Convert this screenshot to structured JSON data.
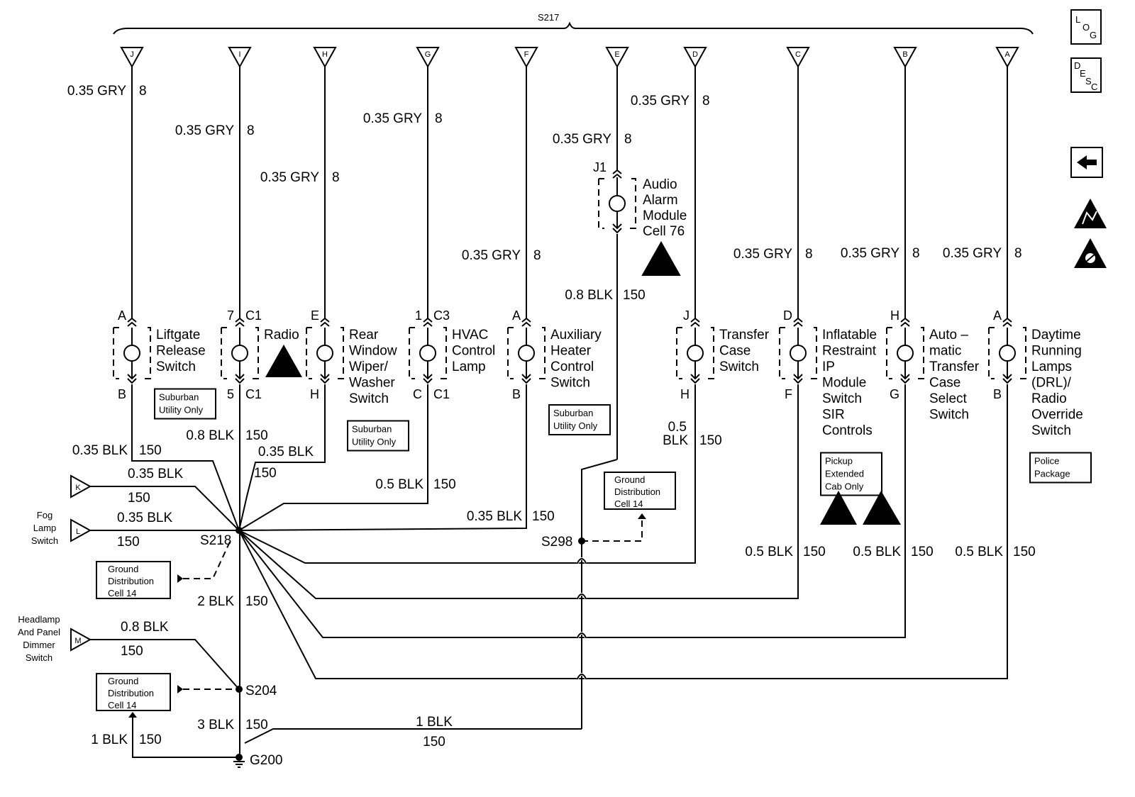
{
  "splice_top": "S217",
  "top_connectors": [
    {
      "letter": "J",
      "wire": "0.35 GRY",
      "circuit": "8"
    },
    {
      "letter": "I",
      "wire": "0.35 GRY",
      "circuit": "8"
    },
    {
      "letter": "H",
      "wire": "0.35 GRY",
      "circuit": "8"
    },
    {
      "letter": "G",
      "wire": "0.35 GRY",
      "circuit": "8"
    },
    {
      "letter": "F",
      "wire": "0.35 GRY",
      "circuit": "8"
    },
    {
      "letter": "E",
      "wire": "0.35 GRY",
      "circuit": "8"
    },
    {
      "letter": "D",
      "wire": "0.35 GRY",
      "circuit": "8"
    },
    {
      "letter": "C",
      "wire": "0.35 GRY",
      "circuit": "8"
    },
    {
      "letter": "B",
      "wire": "0.35 GRY",
      "circuit": "8"
    },
    {
      "letter": "A",
      "wire": "0.35 GRY",
      "circuit": "8"
    }
  ],
  "components": [
    {
      "name_lines": [
        "Liftgate",
        "Release",
        "Switch"
      ],
      "pin_top": "A",
      "pin_bottom": "B",
      "note_lines": [
        "Suburban",
        "Utility Only"
      ],
      "esd": false,
      "gnd_wire": "0.35 BLK",
      "gnd_circuit": "150"
    },
    {
      "name_lines": [
        "Radio"
      ],
      "pin_top": "7",
      "conn_top": "C1",
      "pin_bottom": "5",
      "conn_bottom": "C1",
      "esd": true,
      "gnd_wire": "0.8 BLK",
      "gnd_circuit": "150"
    },
    {
      "name_lines": [
        "Rear",
        "Window",
        "Wiper/",
        "Washer",
        "Switch"
      ],
      "pin_top": "E",
      "pin_bottom": "H",
      "note_lines": [
        "Suburban",
        "Utility Only"
      ],
      "gnd_wire": "0.35 BLK",
      "gnd_circuit": "150"
    },
    {
      "name_lines": [
        "HVAC",
        "Control",
        "Lamp"
      ],
      "pin_top": "1",
      "conn_top": "C3",
      "pin_bottom": "C",
      "conn_bottom": "C1",
      "gnd_wire": "0.5 BLK",
      "gnd_circuit": "150"
    },
    {
      "name_lines": [
        "Auxiliary",
        "Heater",
        "Control",
        "Switch"
      ],
      "pin_top": "A",
      "pin_bottom": "B",
      "note_lines": [
        "Suburban",
        "Utility Only"
      ],
      "gnd_wire": "0.35 BLK",
      "gnd_circuit": "150"
    },
    {
      "name_lines": [
        "Audio",
        "Alarm",
        "Module",
        "Cell 76"
      ],
      "pin_top": "J1",
      "esd": true,
      "gnd_wire": "0.8 BLK",
      "gnd_circuit": "150"
    },
    {
      "name_lines": [
        "Transfer",
        "Case",
        "Switch"
      ],
      "pin_top": "J",
      "pin_bottom": "H",
      "gnd_wire": "0.5",
      "gnd_wire2": "BLK",
      "gnd_circuit": "150"
    },
    {
      "name_lines": [
        "Inflatable",
        "Restraint",
        "IP",
        "Module",
        "Switch",
        "SIR",
        "Controls"
      ],
      "pin_top": "D",
      "pin_bottom": "F",
      "note_lines": [
        "Pickup",
        "Extended",
        "Cab Only"
      ],
      "gnd_wire": "0.5 BLK",
      "gnd_circuit": "150"
    },
    {
      "name_lines": [
        "Auto –",
        "matic",
        "Transfer",
        "Case",
        "Select",
        "Switch"
      ],
      "pin_top": "H",
      "pin_bottom": "G",
      "gnd_wire": "0.5 BLK",
      "gnd_circuit": "150"
    },
    {
      "name_lines": [
        "Daytime",
        "Running",
        "Lamps",
        "(DRL)/",
        "Radio",
        "Override",
        "Switch"
      ],
      "pin_top": "A",
      "pin_bottom": "B",
      "note_lines": [
        "Police",
        "Package"
      ],
      "gnd_wire": "0.5 BLK",
      "gnd_circuit": "150"
    }
  ],
  "left_connectors": [
    {
      "letter": "K",
      "wire": "0.35 BLK",
      "circuit": "150",
      "label_lines": []
    },
    {
      "letter": "L",
      "wire": "0.35 BLK",
      "circuit": "150",
      "label_lines": [
        "Fog",
        "Lamp",
        "Switch"
      ]
    },
    {
      "letter": "M",
      "wire": "0.8 BLK",
      "circuit": "150",
      "label_lines": [
        "Headlamp",
        "And Panel",
        "Dimmer",
        "Switch"
      ]
    }
  ],
  "splices": {
    "s218": "S218",
    "s298": "S298",
    "s204": "S204",
    "g200": "G200"
  },
  "trunk_wires": [
    {
      "wire": "2 BLK",
      "circuit": "150"
    },
    {
      "wire": "3 BLK",
      "circuit": "150"
    },
    {
      "wire": "1 BLK",
      "circuit": "150"
    },
    {
      "wire": "1 BLK",
      "circuit": "150"
    }
  ],
  "ground_dist_lines": [
    "Ground",
    "Distribution",
    "Cell 14"
  ],
  "legend": {
    "log_lines": [
      "L",
      "O",
      "G"
    ],
    "desc_lines": [
      "D",
      "E",
      "S",
      "C"
    ]
  },
  "icons": [
    "back-arrow-icon",
    "esd-sensitive-icon",
    "sir-warning-icon"
  ]
}
